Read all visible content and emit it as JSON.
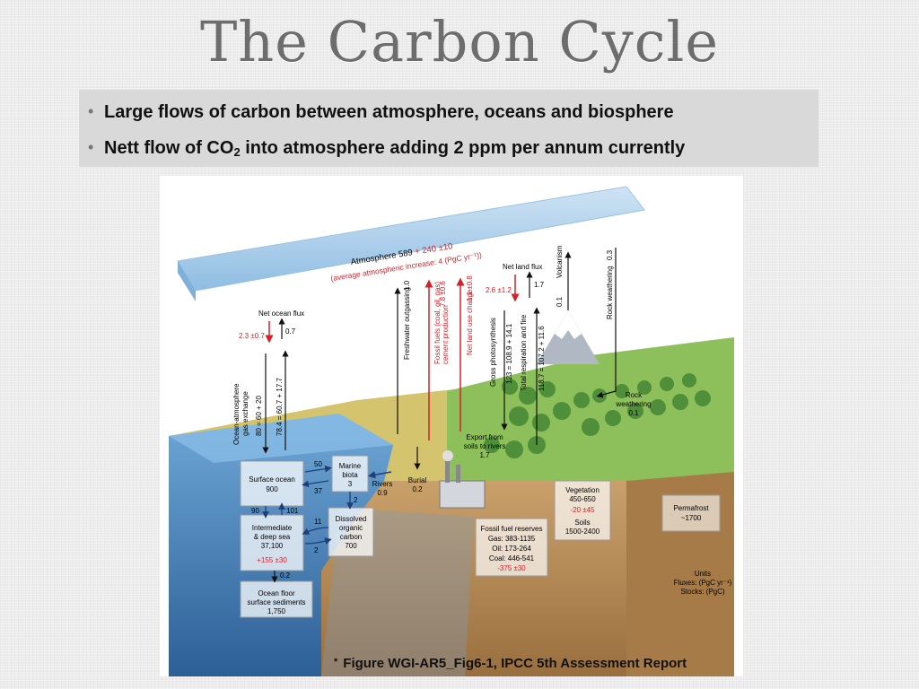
{
  "title": "The Carbon Cycle",
  "bullets": [
    {
      "before": "Large flows of carbon between atmosphere, oceans and biosphere",
      "sub": "",
      "after": ""
    },
    {
      "before": "Nett flow of CO",
      "sub": "2",
      "after": " into atmosphere adding 2 ppm per annum currently"
    }
  ],
  "bullet_marker": "•",
  "caption": "Figure WGI-AR5_Fig6-1, IPCC 5th Assessment Report",
  "caption_marker": "*",
  "diagram": {
    "atmosphere": {
      "line1": "Atmosphere 589",
      "line1_red": " + 240 ±10",
      "line2": "(average atmospheric increase: 4 (PgC yr⁻¹))"
    },
    "net_ocean_flux": {
      "label": "Net ocean flux",
      "red": "2.3 ±0.7",
      "black": "0.7"
    },
    "ocean_exchange": {
      "label1": "Ocean-atmosphere",
      "label2": "gas exchange",
      "down": "80 = 60 + 20",
      "up": "78.4 = 60.7 + 17.7"
    },
    "freshwater": {
      "label": "Freshwater outgassing",
      "value": "1.0"
    },
    "fossil_fuels": {
      "label1": "Fossil fuels (coal, oil, gas)",
      "label2": "cement production",
      "value": "7.8 ±0.6"
    },
    "land_use": {
      "label": "Net land use change",
      "value": "1.1 ±0.8"
    },
    "net_land_flux": {
      "label": "Net land flux",
      "red": "2.6 ±1.2",
      "black": "1.7"
    },
    "photosynthesis": {
      "label": "Gross photosynthesis",
      "value": "123 = 108.9 + 14.1"
    },
    "respiration": {
      "label": "Total respiration and fire",
      "value": "118.7 = 107.2 + 11.6"
    },
    "volcanism": {
      "label": "Volcanism",
      "value": "0.1"
    },
    "rock_weathering_up": {
      "label": "Rock weathering",
      "value": "0.3"
    },
    "rock_weathering_down": {
      "label1": "Rock",
      "label2": "weathering",
      "value": "0.1"
    },
    "export": {
      "label1": "Export from",
      "label2": "soils to rivers",
      "value": "1.7"
    },
    "rivers": {
      "label": "Rivers",
      "value": "0.9"
    },
    "burial": {
      "label": "Burial",
      "value": "0.2"
    },
    "surface_ocean": {
      "label": "Surface ocean",
      "value": "900"
    },
    "marine_biota": {
      "label1": "Marine",
      "label2": "biota",
      "value": "3"
    },
    "exchange_50": "50",
    "exchange_37": "37",
    "flux_90": "90",
    "flux_101": "101",
    "flux_2a": "2",
    "flux_11": "11",
    "flux_2b": "2",
    "flux_02": "0.2",
    "deep_sea": {
      "label1": "Intermediate",
      "label2": "& deep sea",
      "value": "37,100",
      "red": "+155 ±30"
    },
    "doc": {
      "label1": "Dissolved",
      "label2": "organic",
      "label3": "carbon",
      "value": "700"
    },
    "sediments": {
      "label1": "Ocean floor",
      "label2": "surface sediments",
      "value": "1,750"
    },
    "vegetation": {
      "label": "Vegetation",
      "value": "450-650",
      "red": "-20 ±45"
    },
    "soils": {
      "label": "Soils",
      "value": "1500-2400"
    },
    "permafrost": {
      "label": "Permafrost",
      "value": "~1700"
    },
    "fossil_reserves": {
      "label": "Fossil fuel reserves",
      "gas": "Gas: 383-1135",
      "oil": "Oil: 173-264",
      "coal": "Coal: 446-541",
      "red": "-375 ±30"
    },
    "units": {
      "title": "Units",
      "fluxes": "Fluxes: (PgC yr⁻¹)",
      "stocks": "Stocks: (PgC)"
    },
    "colors": {
      "red": "#d4202a",
      "ocean": "#5b9bd5",
      "land": "#c8b560",
      "soil": "#b88a55",
      "sky": "#a9cde9"
    }
  }
}
